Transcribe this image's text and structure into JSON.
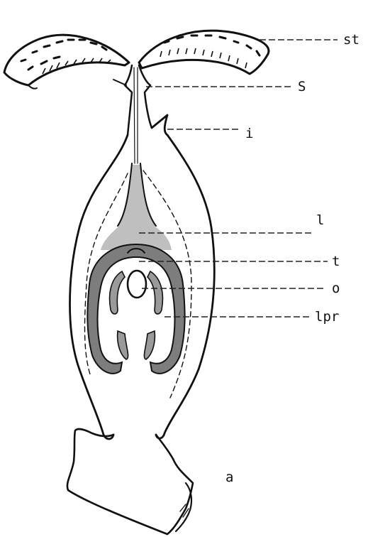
{
  "figure": {
    "panel_letter": "a",
    "labels": {
      "stigma": "st",
      "style": "S",
      "integument": "i",
      "locule": "l",
      "transmitting_tissue": "t",
      "ovule": "o",
      "locule_projection": "lpr"
    }
  }
}
